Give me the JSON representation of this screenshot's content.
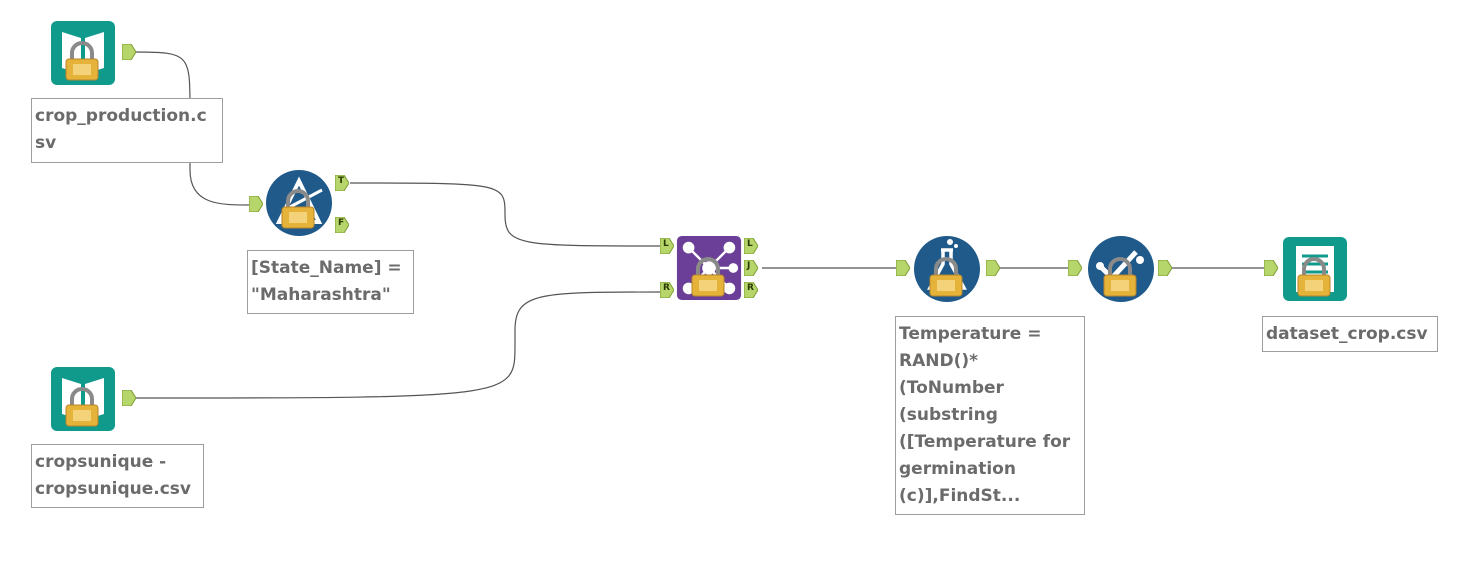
{
  "canvas": {
    "background": "#ffffff",
    "connection_color": "#555555"
  },
  "colors": {
    "input_teal": "#0f9a8c",
    "filter_blue": "#1f5a8a",
    "join_purple": "#6b3f97",
    "formula_blue": "#1f5a8a",
    "sample_blue": "#1f5a8a",
    "output_teal": "#0f9a8c",
    "anchor_green": "#b6d56a",
    "lock_gold": "#e6b33a"
  },
  "tools": {
    "input1": {
      "icon": "book-input-icon",
      "annotation": "crop_production.c\nsv"
    },
    "input2": {
      "icon": "book-input-icon",
      "annotation": "cropsunique -\ncropsunique.csv"
    },
    "filter": {
      "icon": "filter-triangle-icon",
      "annotation": "[State_Name] =\n\"Maharashtra\"",
      "true_anchor": "T",
      "false_anchor": "F"
    },
    "join": {
      "icon": "join-network-icon",
      "left_anchor": "L",
      "right_anchor": "R",
      "out_left": "L",
      "out_join": "J",
      "out_right": "R"
    },
    "formula": {
      "icon": "flask-formula-icon",
      "annotation": "Temperature =\nRAND()*\n(ToNumber\n(substring\n([Temperature for\ngermination\n(c)],FindSt..."
    },
    "select": {
      "icon": "select-check-icon"
    },
    "output": {
      "icon": "notebook-output-icon",
      "annotation": "dataset_crop.csv"
    }
  }
}
